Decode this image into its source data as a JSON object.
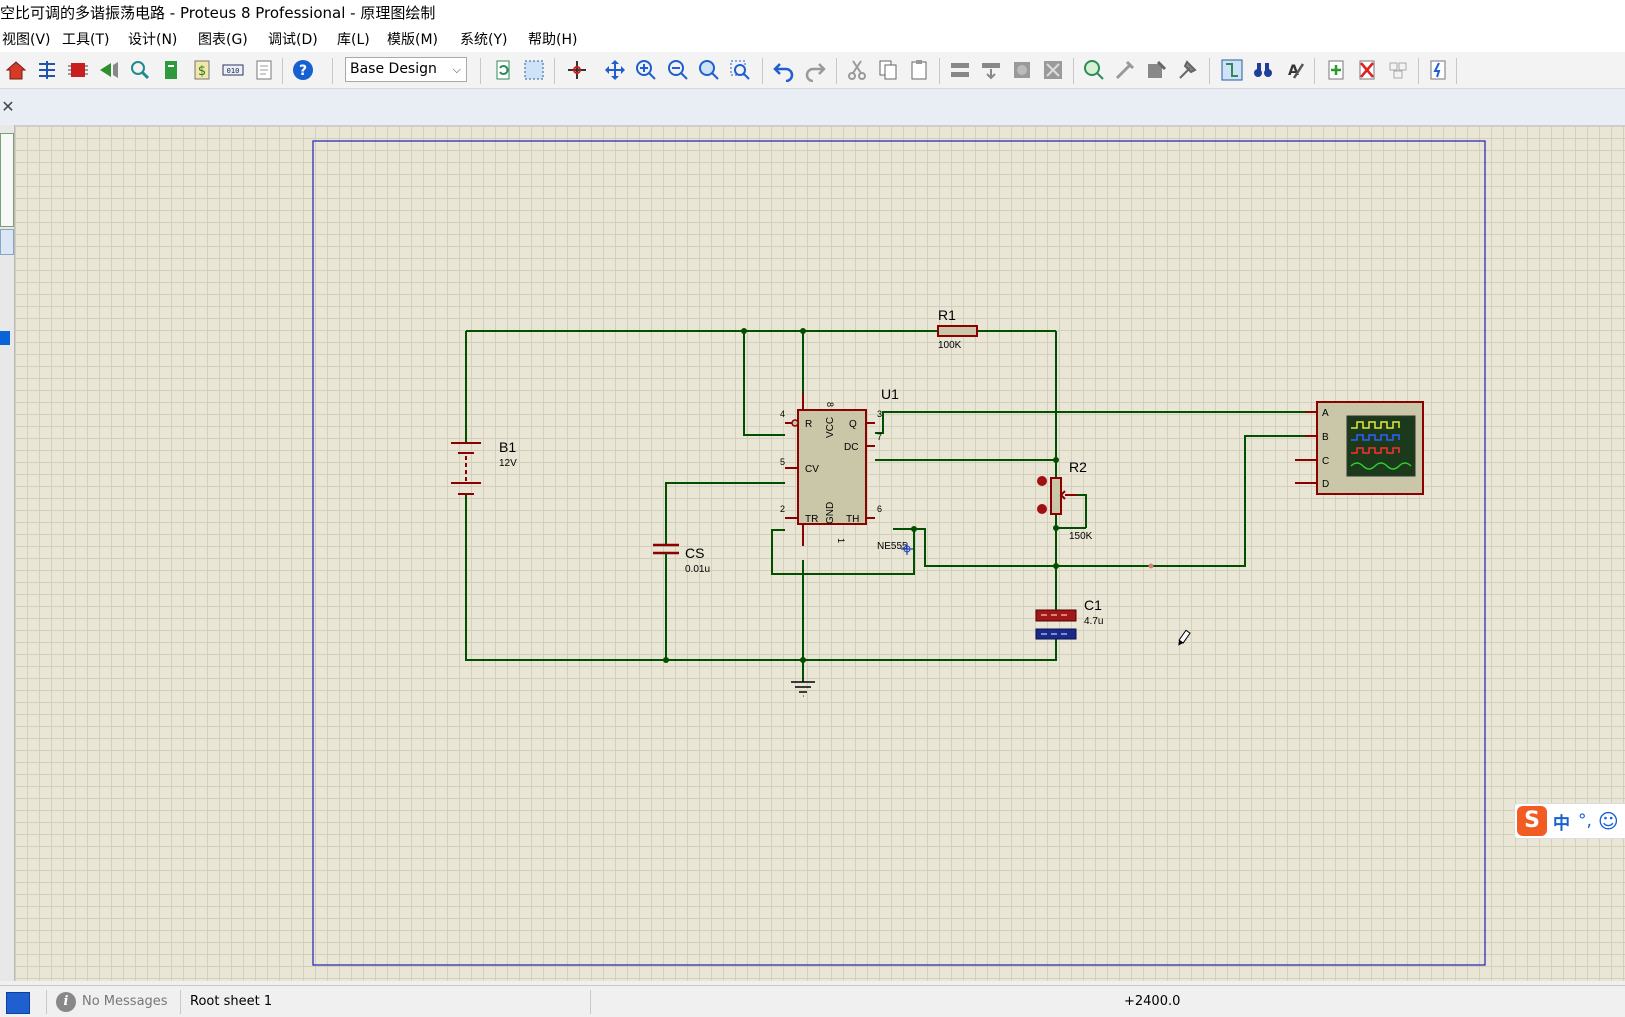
{
  "window": {
    "title": "空比可调的多谐振荡电路 - Proteus 8 Professional - 原理图绘制"
  },
  "menu": [
    "视图(V)",
    "工具(T)",
    "设计(N)",
    "图表(G)",
    "调试(D)",
    "库(L)",
    "模版(M)",
    "系统(Y)",
    "帮助(H)"
  ],
  "toolbar": {
    "design_select": "Base Design"
  },
  "schematic": {
    "battery": {
      "ref": "B1",
      "value": "12V"
    },
    "r1": {
      "ref": "R1",
      "value": "100K"
    },
    "ic": {
      "ref": "U1",
      "part": "NE555",
      "pins": {
        "r": "R",
        "vcc": "VCC",
        "q": "Q",
        "dc": "DC",
        "cv": "CV",
        "tr": "TR",
        "gnd": "GND",
        "th": "TH"
      },
      "pin_numbers": {
        "r": "4",
        "vcc": "8",
        "q": "3",
        "dc": "7",
        "cv": "5",
        "tr": "2",
        "gnd": "1",
        "th": "6"
      }
    },
    "r2": {
      "ref": "R2",
      "value": "150K"
    },
    "cs": {
      "ref": "CS",
      "value": "0.01u"
    },
    "c1": {
      "ref": "C1",
      "value": "4.7u"
    },
    "scope": {
      "channels": [
        "A",
        "B",
        "C",
        "D"
      ]
    },
    "colors": {
      "wire": "#005000",
      "component": "#8b0000",
      "frame": "#1e1eb4",
      "body": "#c9c7a7"
    }
  },
  "status": {
    "messages": "No Messages",
    "sheet": "Root sheet 1",
    "coord": "+2400.0"
  },
  "ime": {
    "logo": "S",
    "mode": "中",
    "punct": "°,",
    "emoji": "☺"
  }
}
